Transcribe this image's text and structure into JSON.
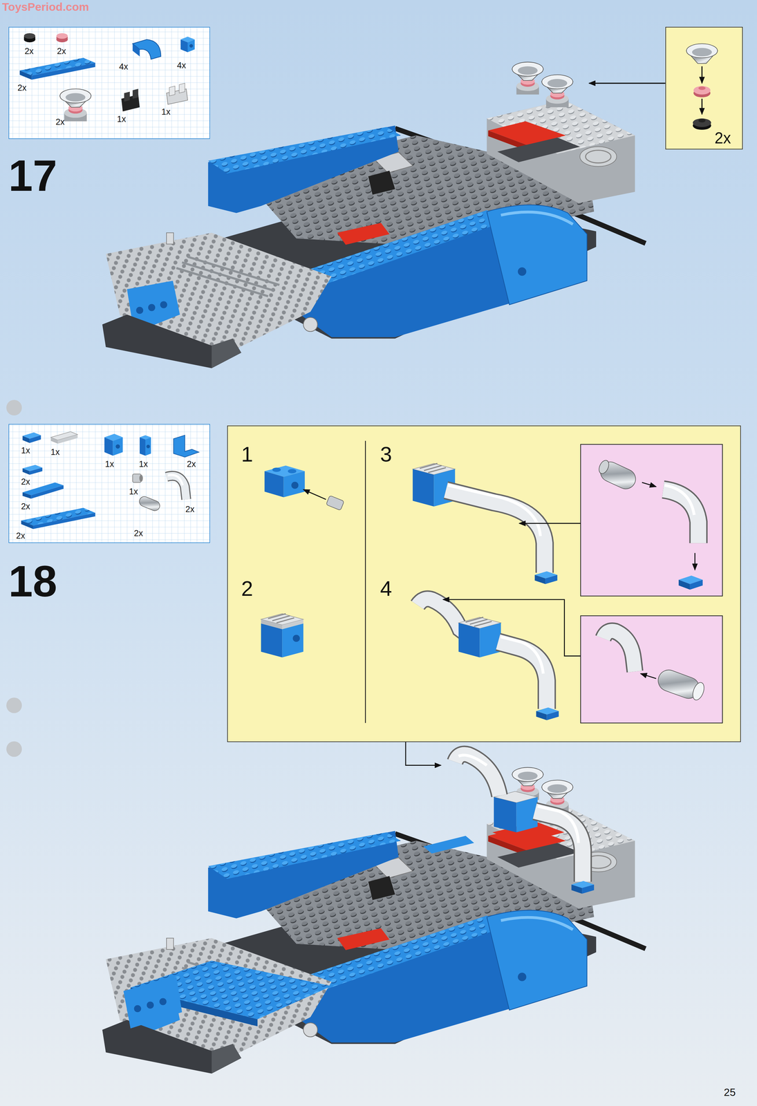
{
  "diagram": {
    "nodes": [
      {
        "text": [
          "2x",
          "2x",
          "4x",
          "4x",
          "2x",
          "2x",
          "1x",
          "1x"
        ]
      },
      {
        "text": [
          "2x"
        ]
      },
      {
        "text": [
          "1x",
          "1x",
          "1x",
          "1x",
          "2x",
          "2x",
          "1x",
          "2x",
          "2x",
          "2x",
          "2x"
        ]
      },
      {
        "text": [
          "1",
          "2",
          "3",
          "4"
        ]
      }
    ],
    "labels": [
      "ToysPeriod.com",
      "17",
      "18",
      "25"
    ]
  }
}
